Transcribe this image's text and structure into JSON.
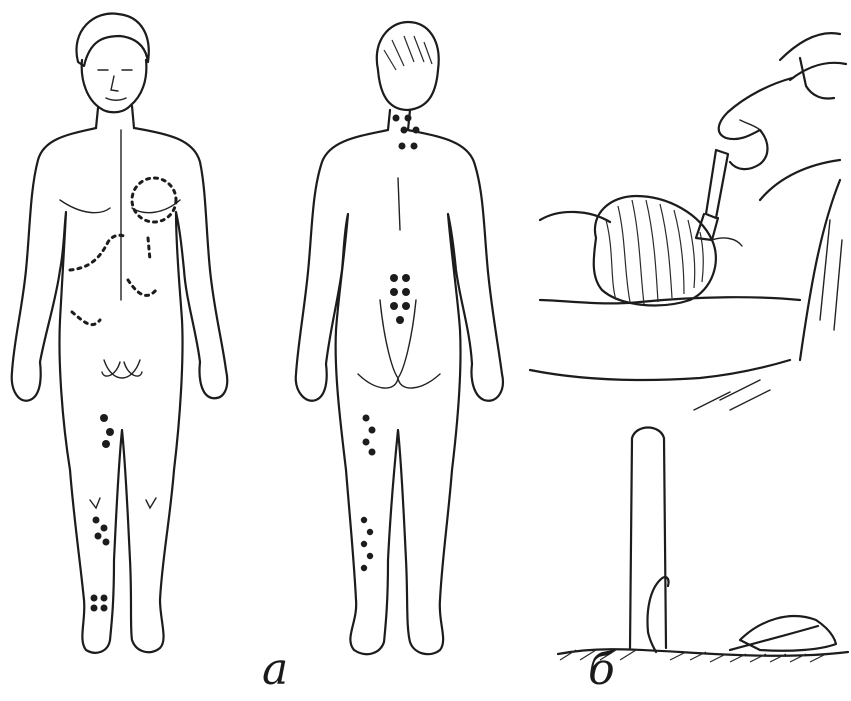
{
  "captions": {
    "a": "а",
    "b": "б"
  },
  "colors": {
    "ink": "#1c1c1c",
    "paper": "#ffffff"
  },
  "icons": {
    "front_figure": "male-figure-front",
    "back_figure": "male-figure-back",
    "head_treatment": "hand-applicator-on-head",
    "applicator": "applicator-device"
  }
}
